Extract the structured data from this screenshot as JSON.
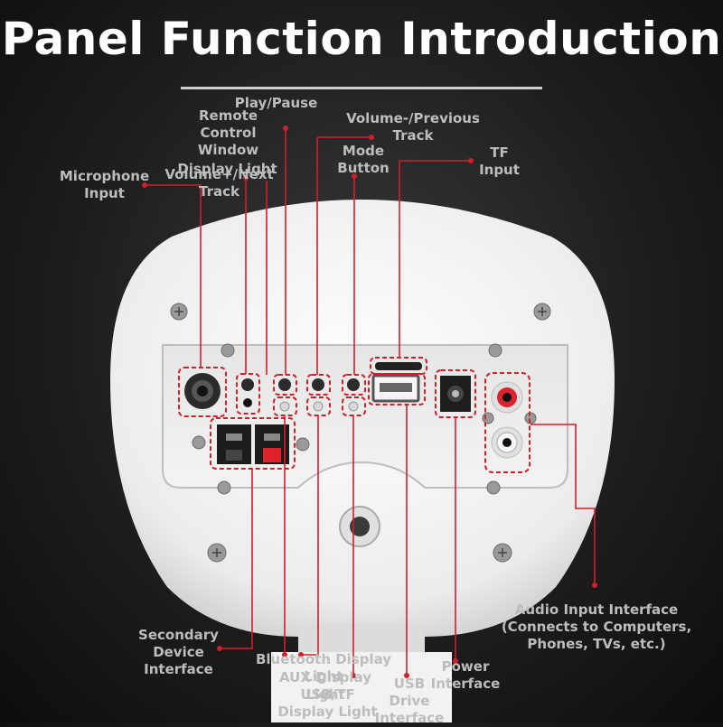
{
  "title": "Panel Function Introduction",
  "labels": {
    "microphone_input": "Microphone\nInput",
    "remote_control_window": "Remote\nControl\nWindow",
    "display_light": "Display Light",
    "play_pause": "Play/Pause",
    "volume_plus_next": "Volume+/Next\nTrack",
    "volume_minus_previous": "Volume-/Previous\nTrack",
    "mode_button": "Mode\nButton",
    "tf_input": "TF\nInput",
    "audio_input_interface": "Audio Input Interface\n(Connects to Computers,\nPhones, TVs, etc.)",
    "secondary_device_interface": "Secondary\nDevice\nInterface",
    "bluetooth_display_light": "Bluetooth Display\nLight",
    "aux_display_light": "AUX Display\nLight",
    "usb_tf_display_light": "USB/TF\nDisplay Light",
    "usb_drive_interface": "USB\nDrive\nInterface",
    "power_interface": "Power\nInterface"
  },
  "colors": {
    "accent_red": "#d11f2a",
    "device_white": "#f2f2f2",
    "label_gray": "#bdbdbd"
  }
}
